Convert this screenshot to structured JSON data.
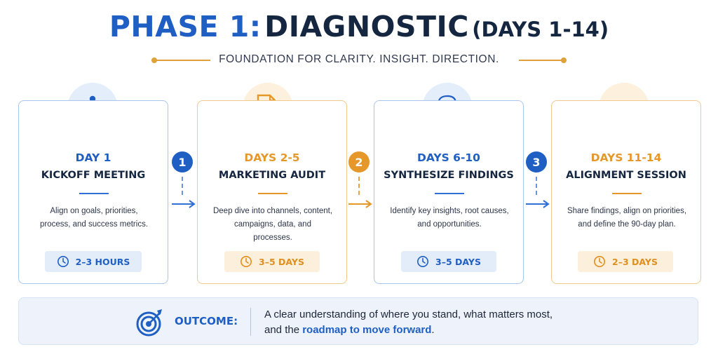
{
  "header": {
    "title_part1": "PHASE 1:",
    "title_part2": "DIAGNOSTIC",
    "title_part3": "(DAYS 1-14)",
    "subtitle": "FOUNDATION FOR CLARITY. INSIGHT. DIRECTION."
  },
  "colors": {
    "blue": "#1f5fc4",
    "orange": "#e6972a",
    "navy": "#152640"
  },
  "steps": [
    {
      "day": "DAY 1",
      "title": "KICKOFF MEETING",
      "desc_line1": "Align on goals, priorities,",
      "desc_line2": "process, and success metrics.",
      "desc_line3": "",
      "duration": "2–3 HOURS",
      "icon": "meeting-icon",
      "theme": "blue"
    },
    {
      "day": "DAYS 2-5",
      "title": "MARKETING AUDIT",
      "desc_line1": "Deep dive into channels, content,",
      "desc_line2": "campaigns, data, and",
      "desc_line3": "processes.",
      "duration": "3–5 DAYS",
      "icon": "audit-report-icon",
      "theme": "orange"
    },
    {
      "day": "DAYS 6-10",
      "title": "SYNTHESIZE FINDINGS",
      "desc_line1": "Identify key insights, root causes,",
      "desc_line2": "and opportunities.",
      "desc_line3": "",
      "duration": "3–5 DAYS",
      "icon": "head-magnifier-icon",
      "theme": "blue"
    },
    {
      "day": "DAYS 11-14",
      "title": "ALIGNMENT SESSION",
      "desc_line1": "Share findings, align on priorities,",
      "desc_line2": "and define the 90-day plan.",
      "desc_line3": "",
      "duration": "2–3 DAYS",
      "icon": "handshake-icon",
      "theme": "orange"
    }
  ],
  "connectors": [
    {
      "number": "1",
      "theme": "blue"
    },
    {
      "number": "2",
      "theme": "orange"
    },
    {
      "number": "3",
      "theme": "blue"
    }
  ],
  "outcome": {
    "label": "OUTCOME:",
    "line1": "A clear understanding of where you stand, what matters most,",
    "line2_prefix": "and the",
    "line2_highlight": "roadmap to move forward",
    "line2_suffix": ".",
    "icon": "target-icon"
  }
}
